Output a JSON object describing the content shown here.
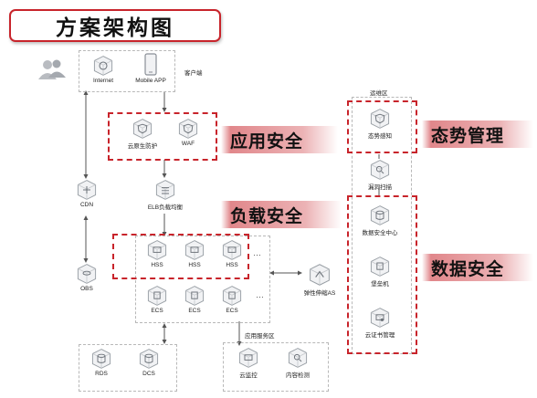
{
  "title": "方案架构图",
  "zones": {
    "client_area": "客户端",
    "ops_area": "运维区",
    "app_service_area": "应用服务区"
  },
  "banners": {
    "app_security": "应用安全",
    "load_security": "负载安全",
    "situation_mgmt": "态势管理",
    "data_security": "数据安全"
  },
  "nodes": {
    "internet": "Internet",
    "mobile_app": "Mobile APP",
    "cloud_ddos": "云原生防护",
    "waf": "WAF",
    "cdn": "CDN",
    "elb": "ELB负载均衡",
    "obs": "OBS",
    "hss": [
      "HSS",
      "HSS",
      "HSS"
    ],
    "ecs": [
      "ECS",
      "ECS",
      "ECS"
    ],
    "as": "弹性伸缩AS",
    "rds": "RDS",
    "dcs": "DCS",
    "cloud_monitor": "云监控",
    "content_detect": "内容检测",
    "situation_aware": "态势感知",
    "vuln_scan": "漏洞扫描",
    "data_sec_center": "数据安全中心",
    "bastion": "堡垒机",
    "cert_mgmt": "云证书管理"
  },
  "more_indicator": "…",
  "icons": {
    "users": "users-icon",
    "globe": "globe-icon",
    "phone": "phone-icon",
    "shield": "shield-icon",
    "router": "router-icon",
    "balancer": "load-balancer-icon",
    "storage": "storage-icon",
    "server": "server-icon",
    "database": "database-icon"
  },
  "colors": {
    "accent_red": "#c8242b",
    "icon_gray": "#8a8f96",
    "line_gray": "#6b6b6b"
  }
}
